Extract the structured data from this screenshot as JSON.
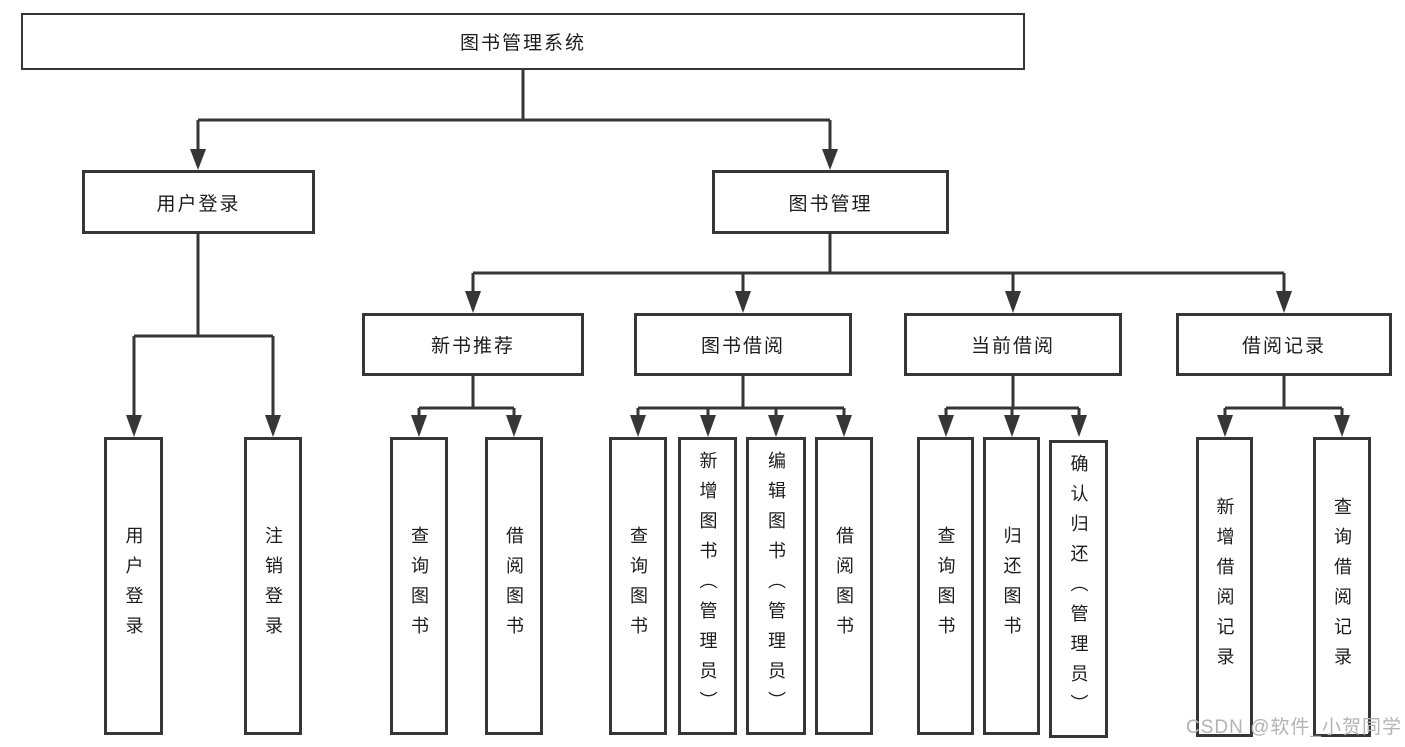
{
  "diagram": {
    "type": "hierarchy-tree",
    "title": "图书管理系统",
    "colors": {
      "line": "#363636",
      "text": "#1c1c1c",
      "box_background": "#ffffff",
      "page_background": "#ffffff",
      "watermark": "#b3b3b3"
    },
    "nodes": {
      "root": {
        "label": "图书管理系统"
      },
      "user_login": {
        "label": "用户登录"
      },
      "book_mgmt": {
        "label": "图书管理"
      },
      "new_book_rec": {
        "label": "新书推荐"
      },
      "book_borrow": {
        "label": "图书借阅"
      },
      "current_borrow": {
        "label": "当前借阅"
      },
      "borrow_record": {
        "label": "借阅记录"
      },
      "ul_login": {
        "label": "用户登录"
      },
      "ul_logout": {
        "label": "注销登录"
      },
      "nb_query": {
        "label": "查询图书"
      },
      "nb_borrow": {
        "label": "借阅图书"
      },
      "bb_query": {
        "label": "查询图书"
      },
      "bb_add": {
        "label": "新增图书（管理员）"
      },
      "bb_edit": {
        "label": "编辑图书（管理员）"
      },
      "bb_borrow": {
        "label": "借阅图书"
      },
      "cb_query": {
        "label": "查询图书"
      },
      "cb_return": {
        "label": "归还图书"
      },
      "cb_confirm": {
        "label": "确认归还（管理员）"
      },
      "br_add": {
        "label": "新增借阅记录"
      },
      "br_query": {
        "label": "查询借阅记录"
      }
    },
    "structure": {
      "root": "图书管理系统",
      "children": [
        {
          "node": "用户登录",
          "children": [
            "用户登录",
            "注销登录"
          ]
        },
        {
          "node": "图书管理",
          "children": [
            {
              "node": "新书推荐",
              "children": [
                "查询图书",
                "借阅图书"
              ]
            },
            {
              "node": "图书借阅",
              "children": [
                "查询图书",
                "新增图书（管理员）",
                "编辑图书（管理员）",
                "借阅图书"
              ]
            },
            {
              "node": "当前借阅",
              "children": [
                "查询图书",
                "归还图书",
                "确认归还（管理员）"
              ]
            },
            {
              "node": "借阅记录",
              "children": [
                "新增借阅记录",
                "查询借阅记录"
              ]
            }
          ]
        }
      ]
    }
  },
  "watermark": {
    "text": "CSDN @软件_小贺同学"
  }
}
